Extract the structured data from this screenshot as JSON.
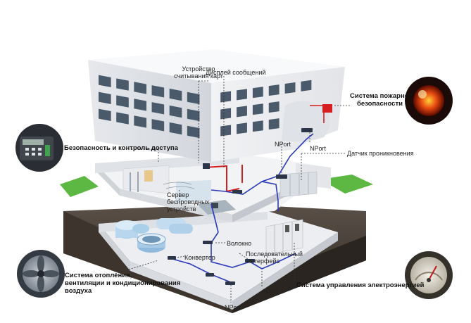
{
  "labels": {
    "card_reader": [
      "Устройство",
      "считывания карт"
    ],
    "message_display": "Дисплей сообщений",
    "fire_system": [
      "Система пожарной",
      "безопасности"
    ],
    "security": "Безопасность и контроль доступа",
    "nport_top_left": "NPort",
    "nport_top_right": "NPort",
    "intrusion_sensor": "Датчик проникновения",
    "wireless_server": [
      "Сервер",
      "беспроводных",
      "устройств"
    ],
    "fiber": "Волокно",
    "serial_interface": [
      "Последовательный",
      "интерфейс"
    ],
    "converter": "Конвертер",
    "hvac": [
      "Система отопления,",
      "вентиляции и кондиционирования",
      "воздуха"
    ],
    "power_system": "Система управления электроэнергией",
    "nport_bottom_right": "NPort",
    "nport_bottom": "NPort"
  },
  "colors": {
    "cable_red": "#d42020",
    "cable_blue": "#2a3ab8",
    "building_white": "#f4f5f7",
    "window_dark": "#4a5a6a",
    "ground_dark": "#3a3530",
    "grass": "#4fae3c"
  },
  "icons": [
    "keypad-icon",
    "fire-alarm-icon",
    "fan-icon",
    "power-meter-icon"
  ]
}
